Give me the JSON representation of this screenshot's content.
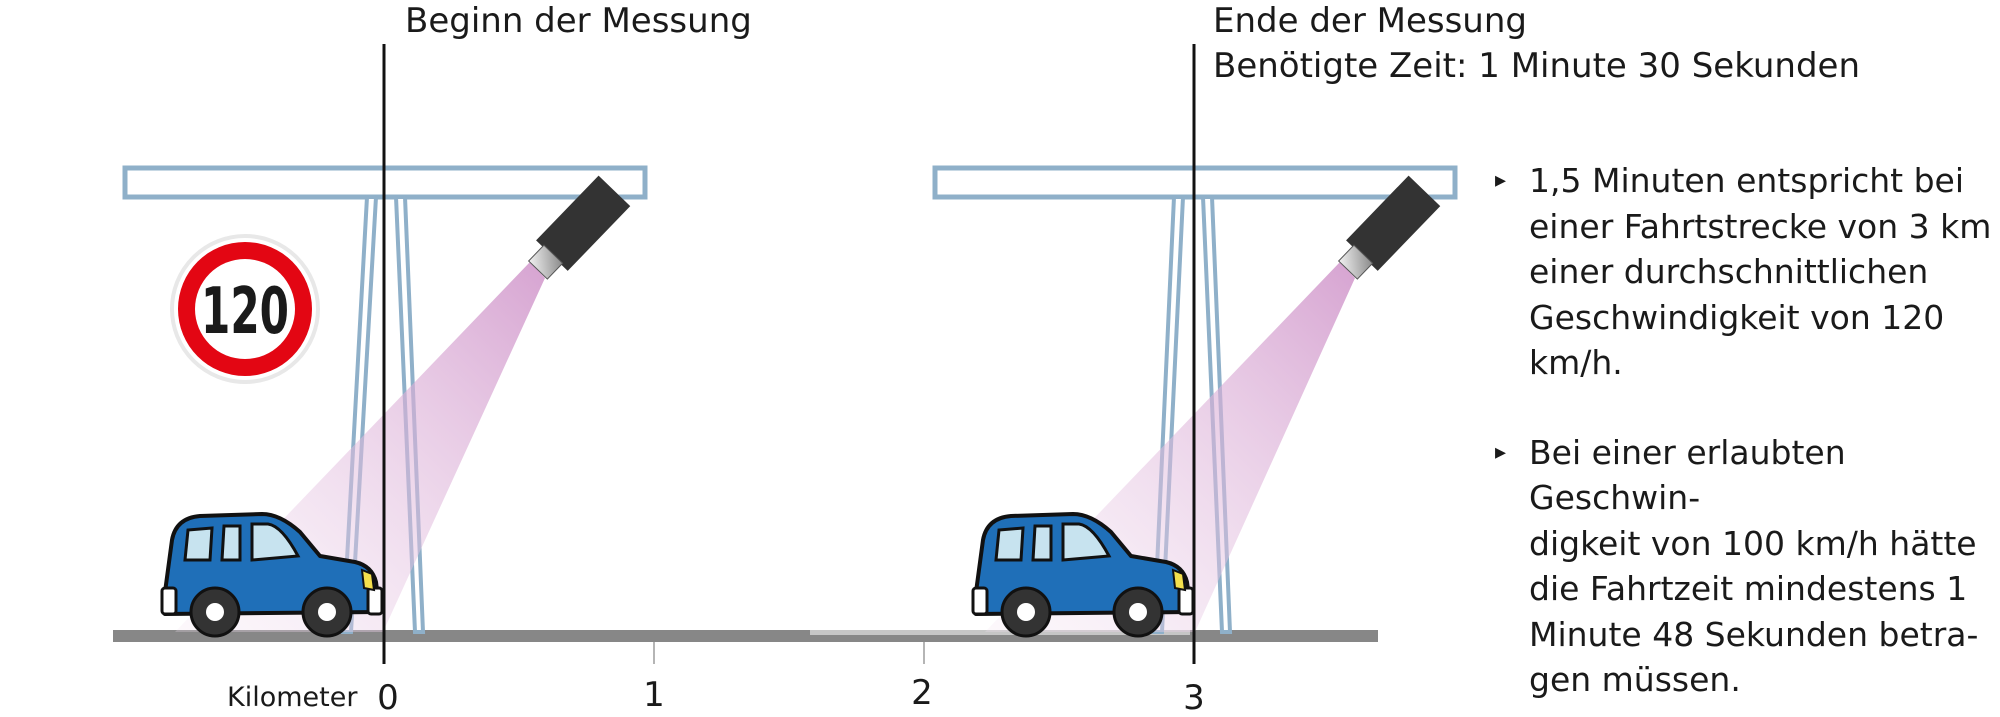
{
  "markers": {
    "start_label": "Beginn der Messung",
    "end_label": "Ende der Messung",
    "time_label": "Benötigte Zeit: 1 Minute 30 Sekunden"
  },
  "sign": {
    "text": "120",
    "color": "#e30613"
  },
  "axis": {
    "caption": "Kilometer",
    "ticks": [
      "0",
      "1",
      "2",
      "3"
    ]
  },
  "notes": [
    {
      "text": "1,5 Minuten entspricht bei\neiner Fahrtstrecke von 3 km\neiner durchschnittlichen\nGeschwindigkeit von 120\nkm/h."
    },
    {
      "text": "Bei einer erlaubten Geschwin-\ndigkeit von 100 km/h hätte\ndie Fahrtzeit mindestens 1\nMinute 48 Sekunden betra-\ngen müssen."
    }
  ],
  "colors": {
    "gantry": "#8fb0c9",
    "road": "#878787",
    "car_body": "#1f6fb8",
    "camera": "#333333",
    "beam": "#d8a8d4"
  }
}
